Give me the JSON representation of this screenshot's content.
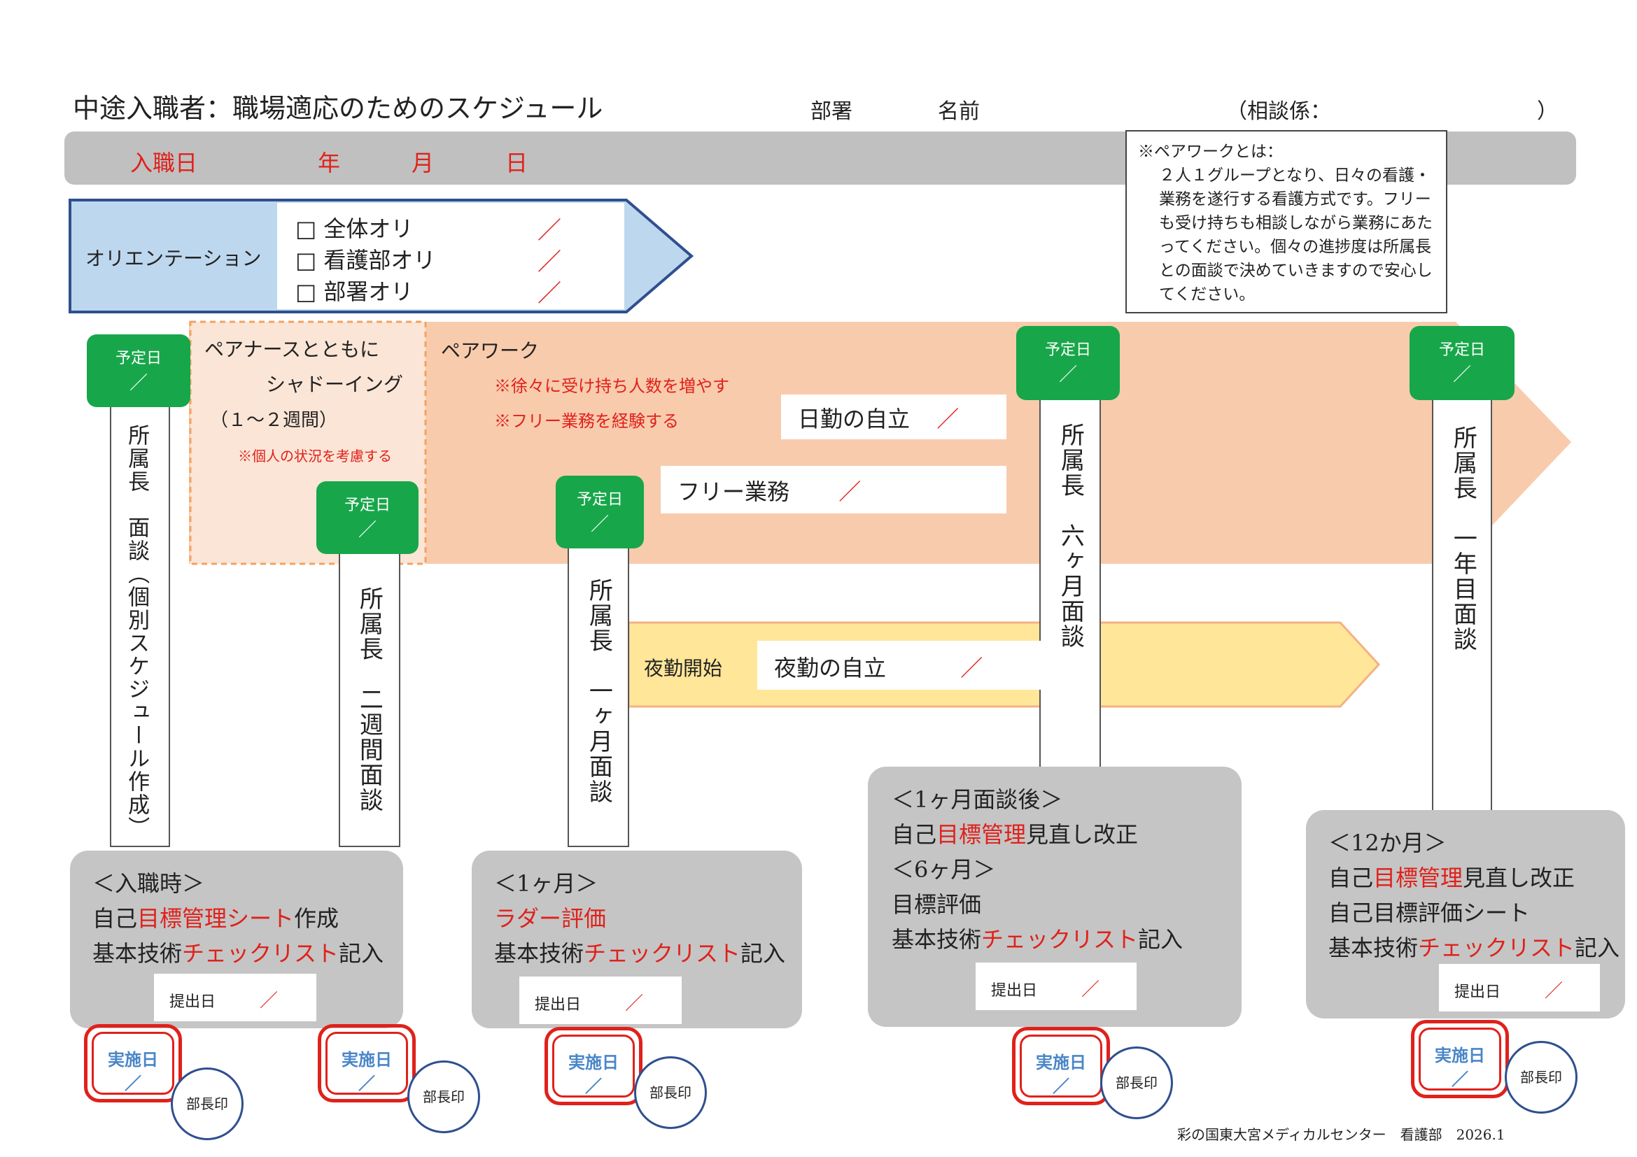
{
  "header": {
    "title": "中途入職者：職場適応のためのスケジュール",
    "dept_label": "部署",
    "name_label": "名前",
    "consult_label": "（相談係：",
    "consult_close": "）"
  },
  "date_bar": {
    "label": "入職日",
    "year": "年",
    "month": "月",
    "day": "日"
  },
  "pair_note": {
    "title": "※ペアワークとは：",
    "body": "２人１グループとなり、日々の看護・業務を遂行する看護方式です。フリーも受け持ちも相談しながら業務にあたってください。個々の進捗度は所属長との面談で決めていきますので安心してください。"
  },
  "orientation": {
    "label": "オリエンテーション",
    "items": [
      "□ 全体オリ",
      "□ 看護部オリ",
      "□ 部署オリ"
    ],
    "slash": "／"
  },
  "shadowing": {
    "line1": "ペアナースとともに",
    "line2": "シャドーイング",
    "line3": "（１～２週間）",
    "note": "※個人の状況を考慮する"
  },
  "pairwork": {
    "title": "ペアワーク",
    "note1": "※徐々に受け持ち人数を増やす",
    "note2": "※フリー業務を経験する",
    "day_indep": "日勤の自立",
    "free_work": "フリー業務",
    "slash": "／"
  },
  "night": {
    "start": "夜勤開始",
    "indep": "夜勤の自立",
    "slash": "／"
  },
  "scheduled": {
    "label": "予定日",
    "slash": "／"
  },
  "interviews": [
    "所属長　面談（個別スケジュール作成）",
    "所属長　二週間面談",
    "所属長　一ヶ月面談",
    "所属長　六ヶ月面談",
    "所属長　一年目面談"
  ],
  "boxes": {
    "entry": {
      "heading": "＜入職時＞",
      "l1a": "自己",
      "l1b": "目標管理シート",
      "l1c": "作成",
      "l2a": "基本技術",
      "l2b": "チェックリスト",
      "l2c": "記入"
    },
    "month1": {
      "heading": "＜1ヶ月＞",
      "l1": "ラダー評価",
      "l2a": "基本技術",
      "l2b": "チェックリスト",
      "l2c": "記入"
    },
    "month6": {
      "heading1": "＜1ヶ月面談後＞",
      "l1a": "自己",
      "l1b": "目標管理",
      "l1c": "見直し改正",
      "heading2": "＜6ヶ月＞",
      "l2": "目標評価",
      "l3a": "基本技術",
      "l3b": "チェックリスト",
      "l3c": "記入"
    },
    "month12": {
      "heading": "＜12か月＞",
      "l1a": "自己",
      "l1b": "目標管理",
      "l1c": "見直し改正",
      "l2": "自己目標評価シート",
      "l3a": "基本技術",
      "l3b": "チェックリスト",
      "l3c": "記入"
    }
  },
  "submit": {
    "label": "提出日",
    "slash": "／"
  },
  "stamp": {
    "done": "実施日",
    "slash": "／",
    "seal": "部長印"
  },
  "footer": "彩の国東大宮メディカルセンター　看護部　2026.1",
  "colors": {
    "orientation_fill": "#bdd7ee",
    "pairwork_fill": "#f8cbad",
    "shadow_fill": "#fbe5d6",
    "night_fill": "#ffe699",
    "green": "#18a64a",
    "gray": "#c5c5c5",
    "red": "#e0211b"
  }
}
